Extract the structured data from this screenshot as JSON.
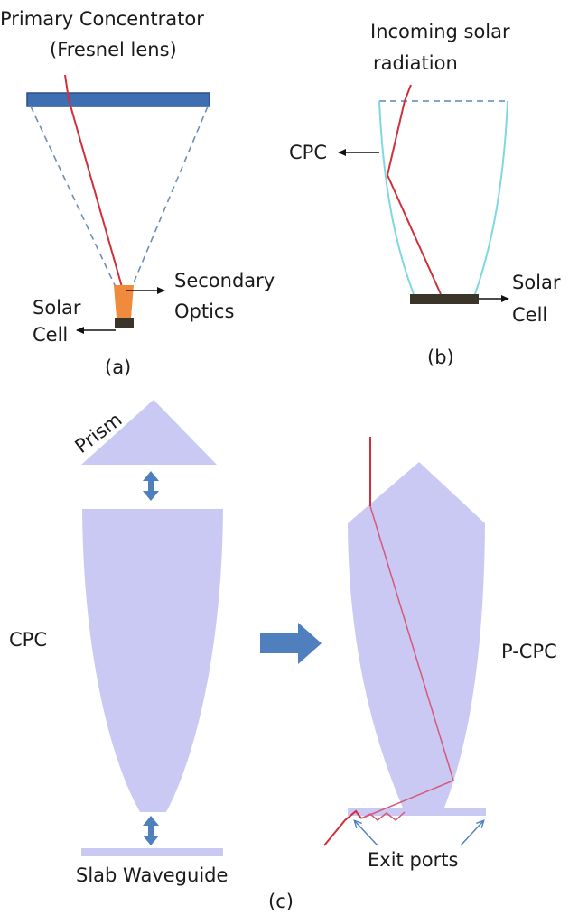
{
  "panel_a": {
    "title_line1": "Primary Concentrator",
    "title_line2": "(Fresnel lens)",
    "secondary_line1": "Secondary",
    "secondary_line2": "Optics",
    "cell_line1": "Solar",
    "cell_line2": "Cell",
    "caption": "(a)"
  },
  "panel_b": {
    "incoming_line1": "Incoming solar",
    "incoming_line2": "radiation",
    "cpc_label": "CPC",
    "cell_line1": "Solar",
    "cell_line2": "Cell",
    "caption": "(b)"
  },
  "panel_c": {
    "prism_label": "Prism",
    "cpc_label": "CPC",
    "slab_label": "Slab Waveguide",
    "pcpc_label": "P-CPC",
    "exit_label": "Exit ports",
    "caption": "(c)"
  },
  "colors": {
    "lens": "#3f6fb3",
    "ray": "#d0303a",
    "cone": "#6b8fb8",
    "secondary_optic": "#f08a3c",
    "cell": "#3a3528",
    "cpc_outline": "#7fd8e0",
    "optic_fill": "#c9c9f4",
    "arrow_blue": "#4f7fbd"
  }
}
